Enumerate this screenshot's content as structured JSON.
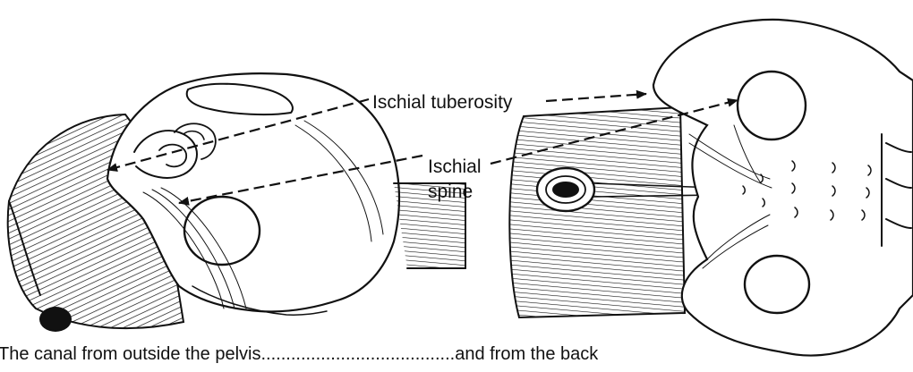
{
  "labels": {
    "ischial_tuberosity": "Ischial tuberosity",
    "ischial_spine_line1": "Ischial",
    "ischial_spine_line2": "spine"
  },
  "caption": "The canal from outside the pelvis.......................................and from the back"
}
